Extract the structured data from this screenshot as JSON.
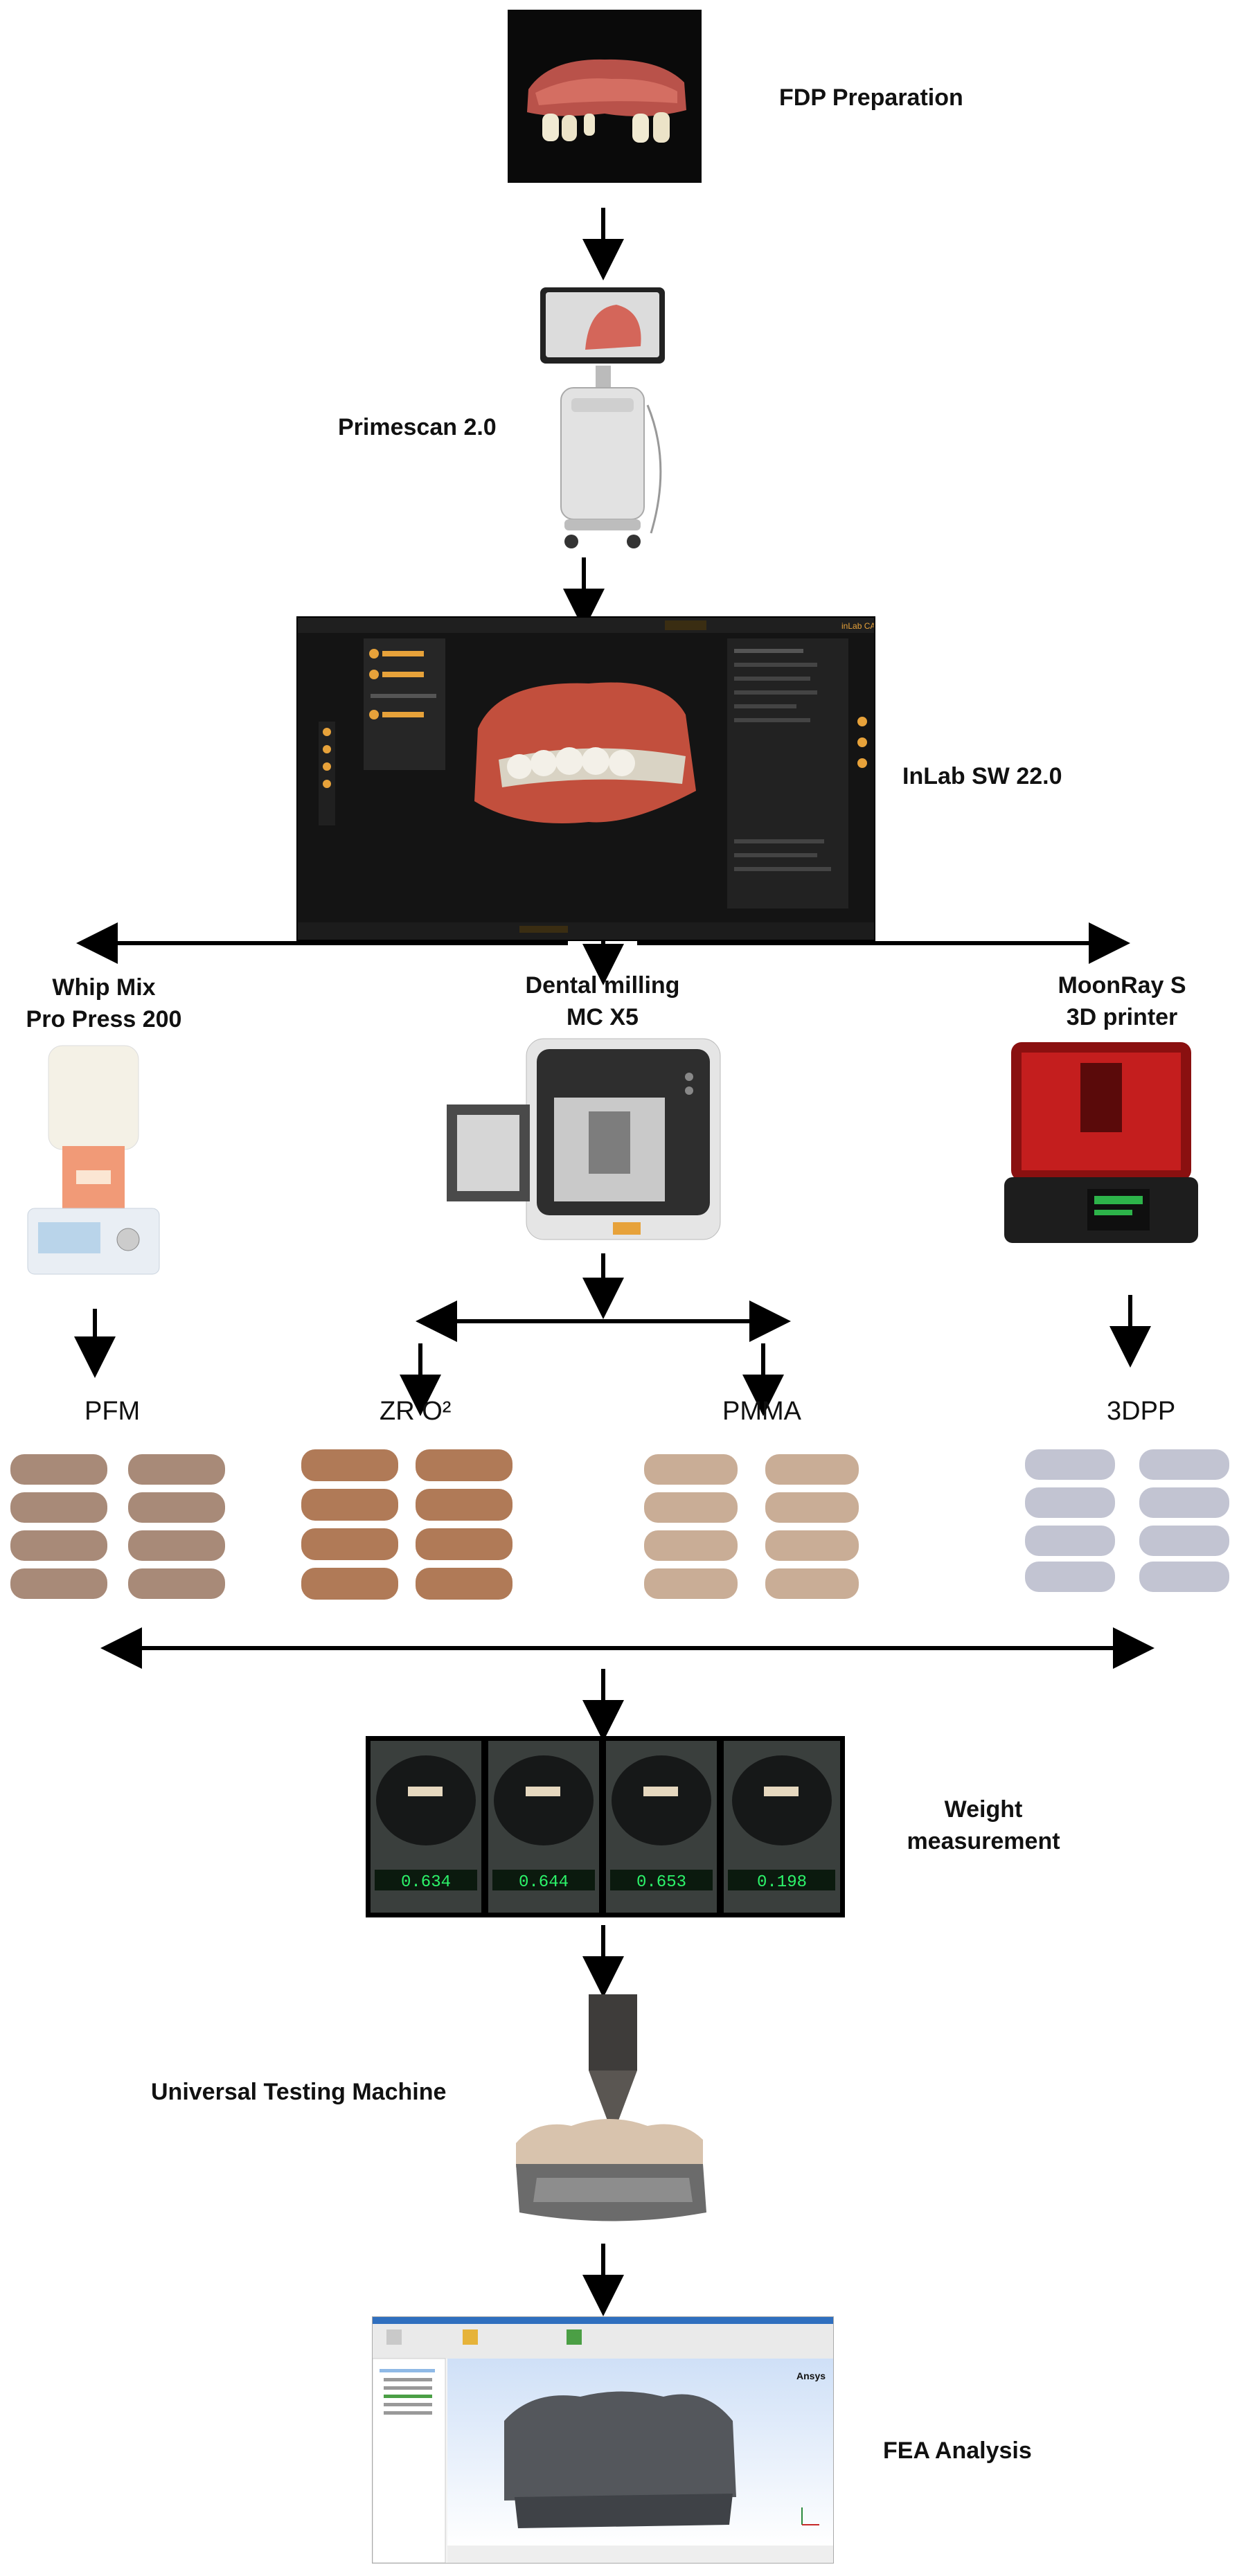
{
  "steps": {
    "fdp_preparation": "FDP Preparation",
    "primescan": "Primescan 2.0",
    "inlab": "InLab SW 22.0",
    "whip_mix_line1": "Whip Mix",
    "whip_mix_line2": "Pro Press 200",
    "milling_line1": "Dental milling",
    "milling_line2": "MC X5",
    "moonray_line1": "MoonRay S",
    "moonray_line2": "3D printer",
    "weight_line1": "Weight",
    "weight_line2": "measurement",
    "utm": "Universal Testing Machine",
    "fea": "FEA Analysis"
  },
  "groups": {
    "pfm": "PFM",
    "zro2": "ZR O²",
    "pmma": "PMMA",
    "dpp": "3DPP"
  },
  "inlab_screen": {
    "brand": "inLab CAD"
  },
  "scale_readouts": [
    "0.634",
    "0.644",
    "0.653",
    "0.198"
  ],
  "ansys_logo": "Ansys"
}
